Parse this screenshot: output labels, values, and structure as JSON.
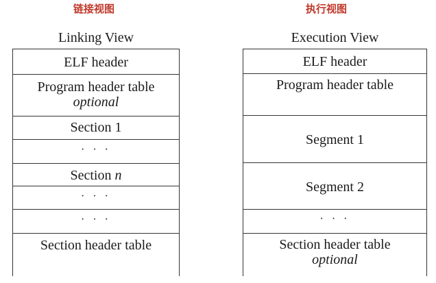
{
  "headings": {
    "linking_cn": "链接视图",
    "execution_cn": "执行视图"
  },
  "linking_view": {
    "title": "Linking View",
    "rows": [
      {
        "text": "ELF header",
        "sub": ""
      },
      {
        "text": "Program header table",
        "sub": "optional"
      },
      {
        "text": "Section 1",
        "sub": ""
      },
      {
        "text": "· · ·",
        "sub": ""
      },
      {
        "text": "Section ",
        "italic_suffix": "n"
      },
      {
        "text": "· · ·",
        "sub": ""
      },
      {
        "text": "· · ·",
        "sub": ""
      },
      {
        "text": "Section header table",
        "sub": ""
      }
    ]
  },
  "execution_view": {
    "title": "Execution View",
    "rows": [
      {
        "text": "ELF header",
        "sub": ""
      },
      {
        "text": "Program header table",
        "sub": ""
      },
      {
        "text": "Segment 1",
        "sub": ""
      },
      {
        "text": "Segment 2",
        "sub": ""
      },
      {
        "text": "· · ·",
        "sub": ""
      },
      {
        "text": "Section header table",
        "sub": "optional"
      }
    ]
  }
}
